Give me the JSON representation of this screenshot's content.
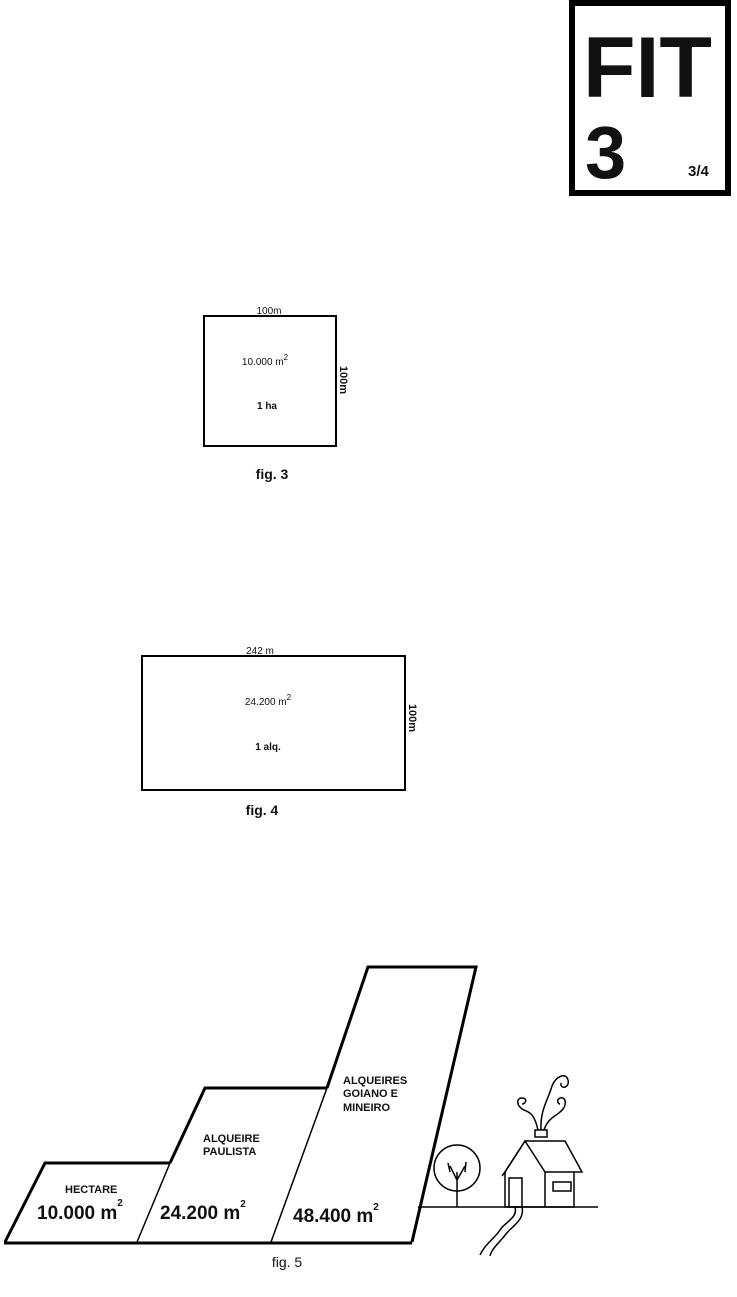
{
  "badge": {
    "title": "FIT",
    "number": "3",
    "page": "3/4"
  },
  "fig3": {
    "top_label": "100m",
    "side_label": "100m",
    "area": "10.000 m",
    "area_sup": "2",
    "unit": "1 ha",
    "caption": "fig. 3"
  },
  "fig4": {
    "top_label": "242 m",
    "side_label": "100m",
    "area": "24.200 m",
    "area_sup": "2",
    "unit": "1 alq.",
    "caption": "fig. 4"
  },
  "fig5": {
    "caption": "fig. 5",
    "hectare": {
      "label": "HECTARE",
      "area": "10.000 m",
      "sup": "2"
    },
    "paulista": {
      "line1": "ALQUEIRE",
      "line2": "PAULISTA",
      "area": "24.200 m",
      "sup": "2"
    },
    "goiano": {
      "line1": "ALQUEIRES",
      "line2": "GOIANO E",
      "line3": "MINEIRO",
      "area": "48.400 m",
      "sup": "2"
    }
  }
}
